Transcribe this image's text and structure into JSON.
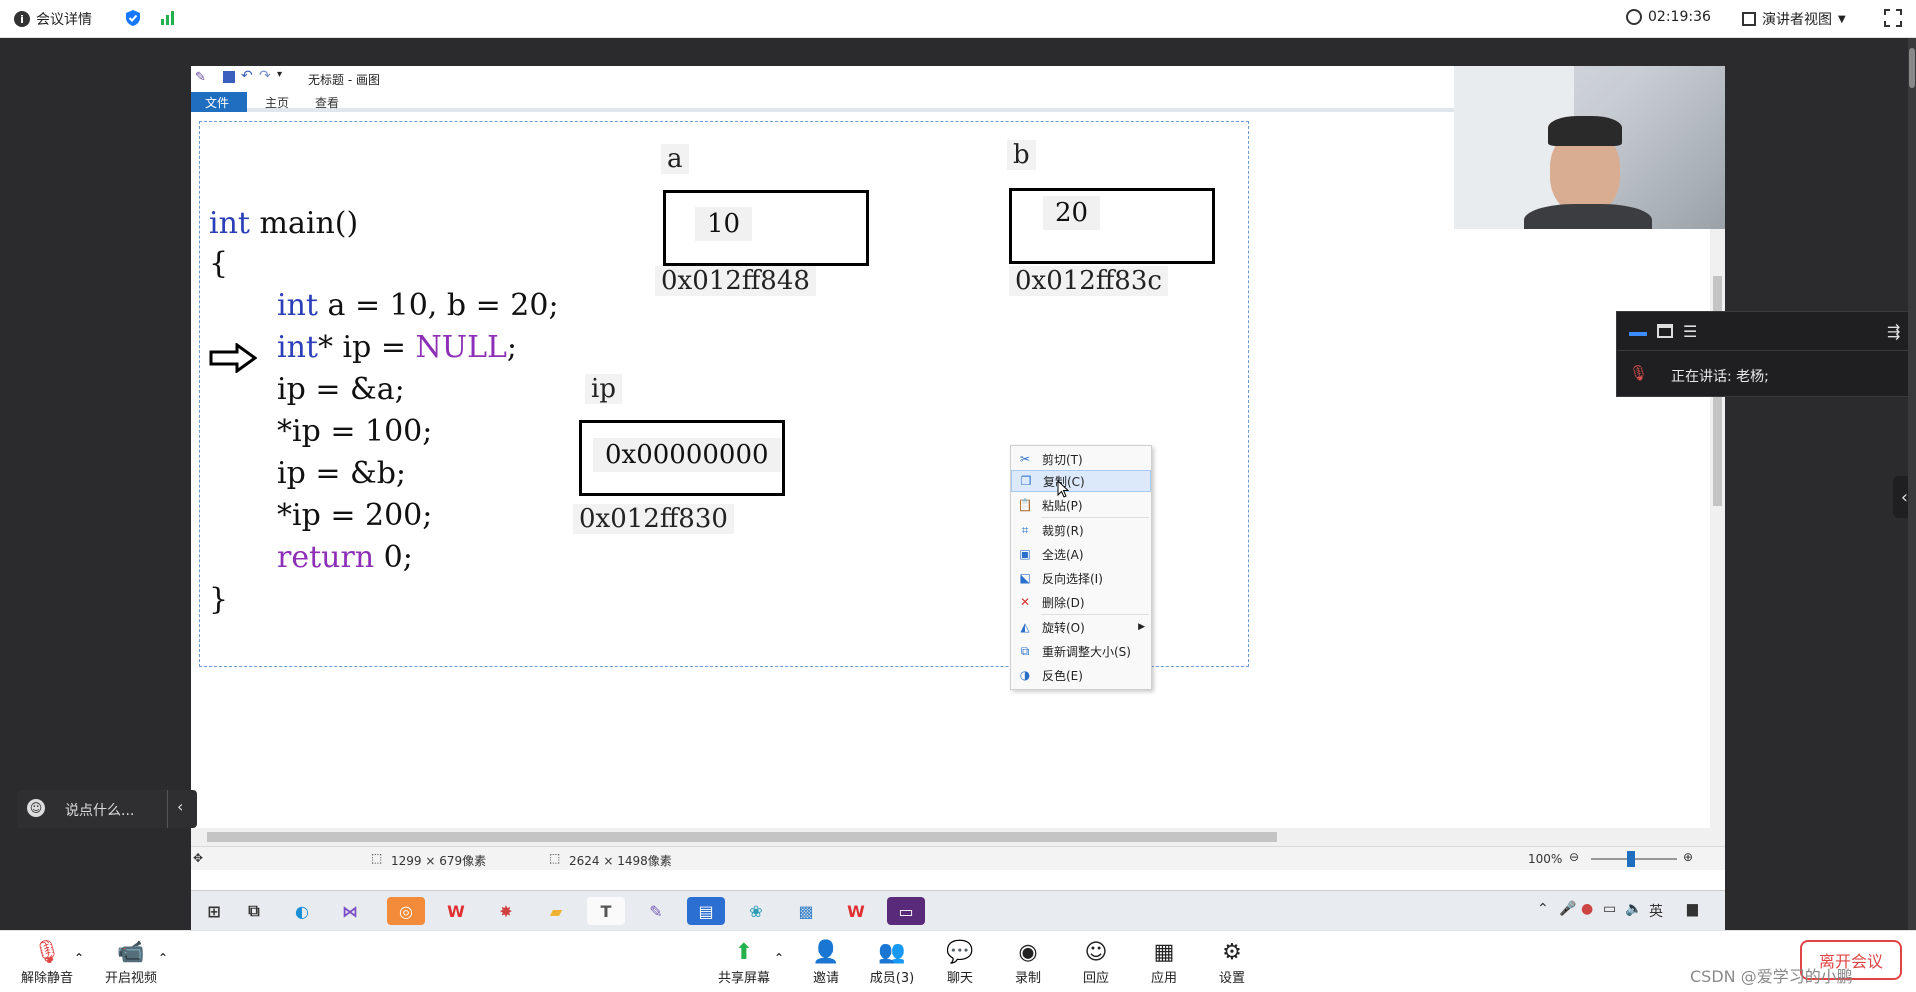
{
  "topbar": {
    "meeting_info": "会议详情",
    "clock": "02:19:36",
    "view_mode": "演讲者视图"
  },
  "paint": {
    "title": "无标题 - 画图",
    "tabs": [
      {
        "label": "文件",
        "active": true
      },
      {
        "label": "主页",
        "active": false
      },
      {
        "label": "查看",
        "active": false
      }
    ],
    "code_lines": [
      "int main()",
      "{",
      "int a = 10, b = 20;",
      "int* ip = NULL;",
      "ip = &a;",
      "*ip = 100;",
      "ip = &b;",
      "*ip = 200;",
      "return 0;",
      "}"
    ],
    "vars": [
      {
        "name": "a",
        "value": "10",
        "address": "0x012ff848"
      },
      {
        "name": "b",
        "value": "20",
        "address": "0x012ff83c"
      },
      {
        "name": "ip",
        "value": "0x00000000",
        "address": "0x012ff830"
      }
    ],
    "context_menu": [
      {
        "label": "剪切(T)",
        "icon": "scissors-icon"
      },
      {
        "label": "复制(C)",
        "icon": "copy-icon",
        "highlight": true
      },
      {
        "label": "粘贴(P)",
        "icon": "paste-icon"
      },
      {
        "label": "裁剪(R)",
        "icon": "crop-icon"
      },
      {
        "label": "全选(A)",
        "icon": "select-all-icon"
      },
      {
        "label": "反向选择(I)",
        "icon": "invert-selection-icon"
      },
      {
        "label": "删除(D)",
        "icon": "delete-icon"
      },
      {
        "label": "旋转(O)",
        "icon": "rotate-icon"
      },
      {
        "label": "重新调整大小(S)",
        "icon": "resize-icon"
      },
      {
        "label": "反色(E)",
        "icon": "invert-color-icon"
      }
    ],
    "status": {
      "selection_size": "1299 × 679像素",
      "image_size": "2624 × 1498像素",
      "zoom": "100%"
    }
  },
  "speaker": {
    "label": "正在讲话: 老杨;"
  },
  "chat": {
    "placeholder": "说点什么..."
  },
  "tray": {
    "ime": "英"
  },
  "bottombar": {
    "unmute": "解除静音",
    "start_video": "开启视频",
    "share_screen": "共享屏幕",
    "invite": "邀请",
    "members": "成员(3)",
    "chat": "聊天",
    "record": "录制",
    "reactions": "回应",
    "apps": "应用",
    "settings": "设置",
    "leave": "离开会议"
  },
  "watermark": "CSDN @爱学习的小鹏"
}
